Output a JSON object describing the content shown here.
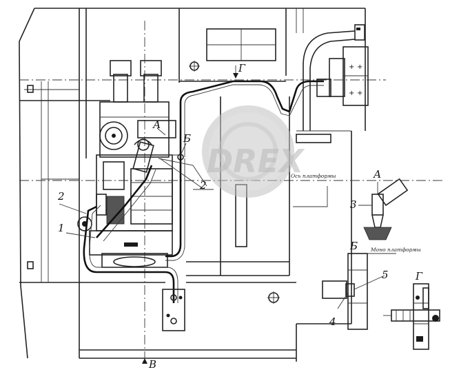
{
  "labels": {
    "callout_1": "1",
    "callout_2_left": "2",
    "callout_2_center": "2",
    "callout_3": "3",
    "callout_4": "4",
    "callout_5": "5",
    "view_A_main": "А",
    "view_B_main": "Б",
    "view_G_main": "Г",
    "view_A_detail": "А",
    "view_B_detail": "Б",
    "view_G_detail": "Г",
    "arrow_V": "В",
    "axis_label": "Ось платформы",
    "detail_B_note": "Моно платформы"
  },
  "watermark": {
    "text": "DREX"
  },
  "colors": {
    "ink": "#1a1a1a",
    "paper": "#ffffff",
    "watermark": "#bdbdbd"
  }
}
